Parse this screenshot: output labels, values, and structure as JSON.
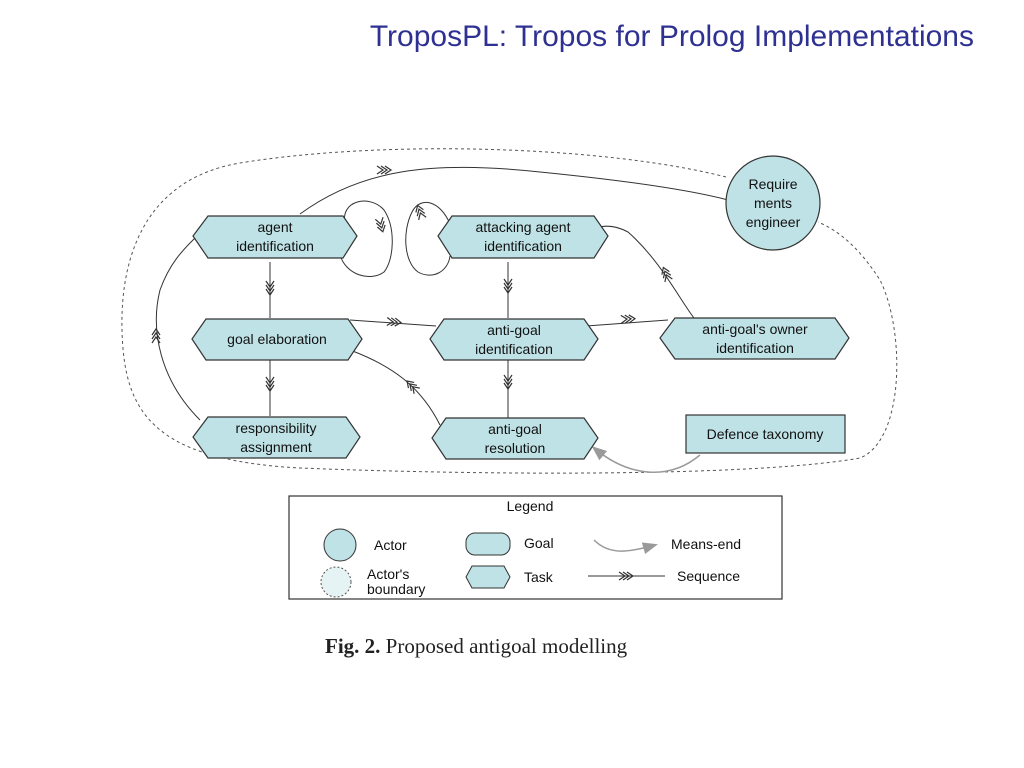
{
  "slide": {
    "title": "TroposPL: Tropos for Prolog Implementations"
  },
  "diagram": {
    "actor": [
      "Require",
      "ments",
      "engineer"
    ],
    "tasks": {
      "agent_identification": [
        "agent",
        "identification"
      ],
      "attacking_agent_identification": [
        "attacking agent",
        "identification"
      ],
      "goal_elaboration": [
        "goal elaboration"
      ],
      "antigoal_identification": [
        "anti-goal",
        "identification"
      ],
      "antigoal_owner_identification": [
        "anti-goal's owner",
        "identification"
      ],
      "responsibility_assignment": [
        "responsibility",
        "assignment"
      ],
      "antigoal_resolution": [
        "anti-goal",
        "resolution"
      ]
    },
    "resource": "Defence taxonomy"
  },
  "legend": {
    "title": "Legend",
    "actor": "Actor",
    "actor_boundary": [
      "Actor's",
      "boundary"
    ],
    "goal": "Goal",
    "task": "Task",
    "means_end": "Means-end",
    "sequence": "Sequence"
  },
  "caption": {
    "label": "Fig. 2.",
    "text": "Proposed antigoal modelling"
  },
  "colors": {
    "node_fill": "#bfe2e6",
    "title": "#2e3192",
    "stroke": "#333333"
  }
}
